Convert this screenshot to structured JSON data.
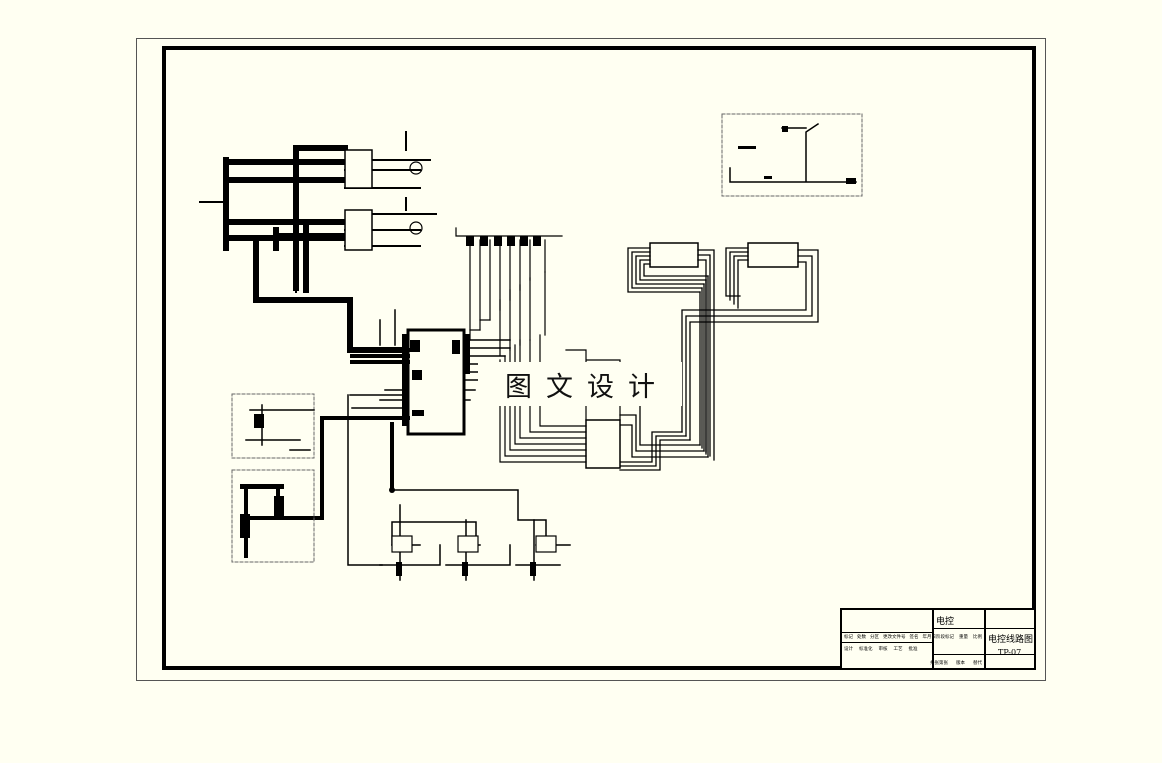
{
  "watermark": {
    "text": "图文设计"
  },
  "title_block": {
    "unit": "电控",
    "drawing_title": "电控线路图",
    "drawing_number": "TP-07",
    "header_cells": [
      "标记",
      "处数",
      "分区",
      "更改文件号",
      "签名",
      "年月日"
    ],
    "role_cells": [
      "设计",
      "标准化",
      "审核",
      "工艺",
      "批准"
    ],
    "stage_cells": [
      "阶段标记",
      "重量",
      "比例"
    ],
    "footer_cells": [
      "共张第张",
      "版本",
      "替代"
    ]
  },
  "colors": {
    "background": "#fffff2",
    "ink": "#000000",
    "dash": "#666666"
  }
}
